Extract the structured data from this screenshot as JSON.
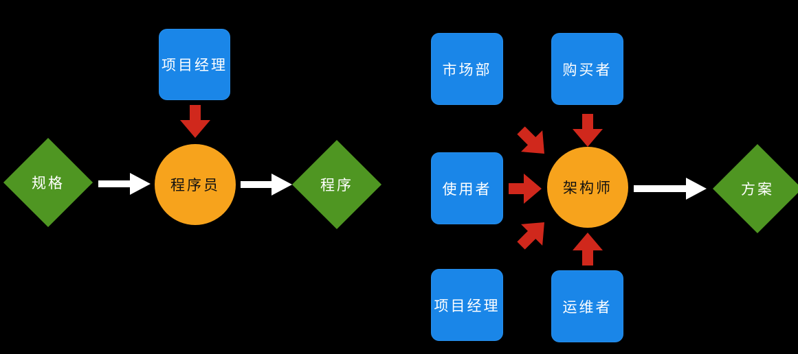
{
  "colors": {
    "background": "#000000",
    "box": "#1a86e8",
    "circle": "#f7a31c",
    "diamond": "#4f9622",
    "input_arrow": "#d0281c",
    "output_arrow": "#ffffff"
  },
  "left_flow": {
    "input_label": "规格",
    "role_label": "程序员",
    "supervisor_label": "项目经理",
    "output_label": "程序"
  },
  "right_flow": {
    "role_label": "架构师",
    "output_label": "方案",
    "stakeholders": {
      "market": "市场部",
      "buyer": "购买者",
      "user": "使用者",
      "project_manager": "项目经理",
      "operations": "运维者"
    }
  }
}
